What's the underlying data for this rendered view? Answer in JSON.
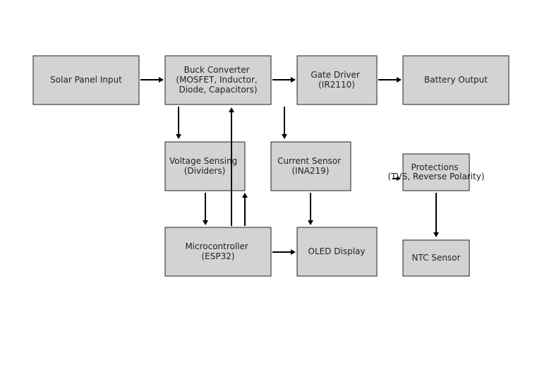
{
  "blocks": {
    "solar": {
      "lines": [
        "Solar Panel Input"
      ]
    },
    "buck": {
      "lines": [
        "Buck Converter",
        "(MOSFET, Inductor,",
        "Diode, Capacitors)"
      ]
    },
    "gate": {
      "lines": [
        "Gate Driver",
        "(IR2110)"
      ]
    },
    "battery": {
      "lines": [
        "Battery Output"
      ]
    },
    "voltage": {
      "lines": [
        "Voltage Sensing",
        "(Dividers)"
      ]
    },
    "current": {
      "lines": [
        "Current Sensor",
        "(INA219)"
      ]
    },
    "protections": {
      "lines": [
        "Protections",
        "(TVS, Reverse Polarity)"
      ]
    },
    "mcu": {
      "lines": [
        "Microcontroller",
        "(ESP32)"
      ]
    },
    "oled": {
      "lines": [
        "OLED Display"
      ]
    },
    "ntc": {
      "lines": [
        "NTC Sensor"
      ]
    }
  },
  "colors": {
    "block_fill": "#d3d3d3",
    "block_stroke": "#222222",
    "arrow": "#000000",
    "text": "#222222"
  }
}
